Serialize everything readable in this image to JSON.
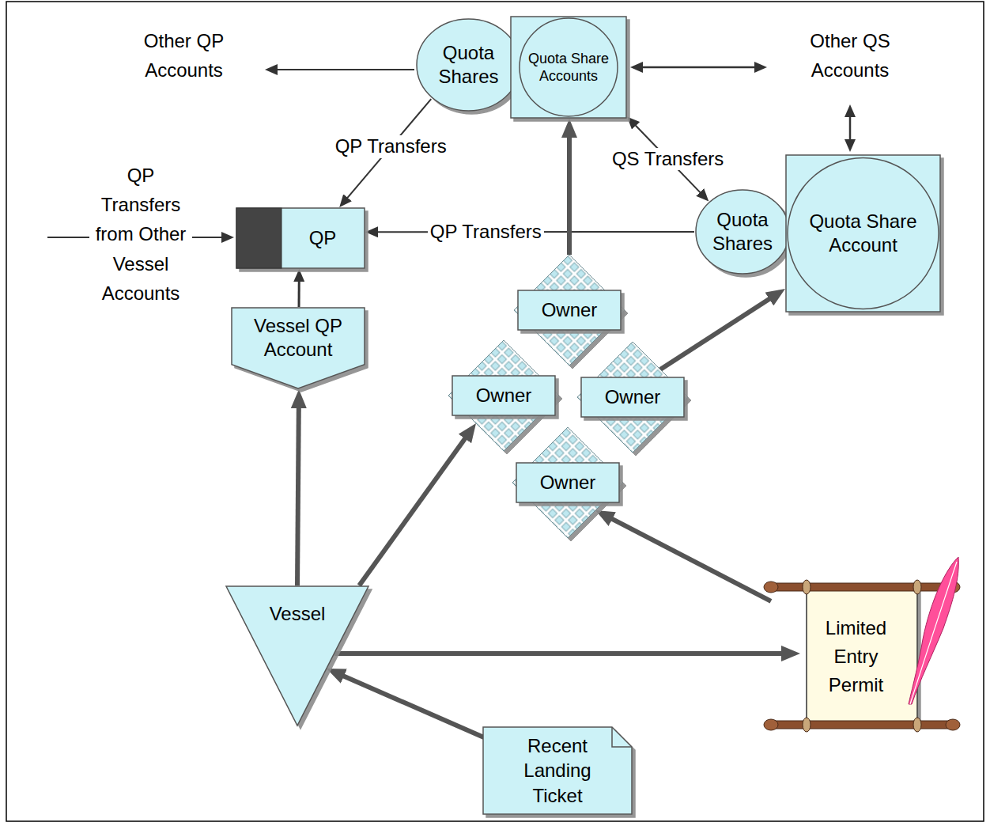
{
  "diagram": {
    "nodes": [
      {
        "text": [
          "Quota Shares"
        ]
      },
      {
        "text": [
          "Quota Share Accounts"
        ]
      },
      {
        "text": [
          "QP"
        ]
      },
      {
        "text": [
          "Quota Shares"
        ]
      },
      {
        "text": [
          "Quota Share Account"
        ]
      },
      {
        "text": [
          "Owner"
        ]
      },
      {
        "text": [
          "Owner"
        ]
      },
      {
        "text": [
          "Owner"
        ]
      },
      {
        "text": [
          "Vessel QP Account"
        ]
      },
      {
        "text": [
          "Owner"
        ]
      },
      {
        "text": [
          "Vessel"
        ]
      },
      {
        "text": [
          "Limited Entry Permit"
        ]
      },
      {
        "text": [
          "Recent Landing Ticket"
        ]
      }
    ],
    "edges": [
      {
        "from": 0,
        "to": 2,
        "label": "QP Transfers",
        "arrow": "to"
      },
      {
        "from": 1,
        "to": 3,
        "label": "QS Transfers",
        "arrow": "both"
      },
      {
        "from": 3,
        "to": 2,
        "label": "QP Transfers",
        "arrow": "to"
      },
      {
        "from": 5,
        "to": 1,
        "arrow": "to"
      },
      {
        "from": 7,
        "to": 4,
        "arrow": "to"
      },
      {
        "from": 10,
        "to": 6,
        "arrow": "to"
      },
      {
        "from": 10,
        "to": 8,
        "arrow": "to"
      },
      {
        "from": 8,
        "to": 2,
        "arrow": "to"
      },
      {
        "from": 11,
        "to": 9,
        "arrow": "to"
      },
      {
        "from": 10,
        "to": 11,
        "arrow": "to"
      },
      {
        "from": 12,
        "to": 10,
        "arrow": "to"
      }
    ],
    "labels": [
      "Other QP Accounts",
      "Other QS Accounts",
      "QP Transfers from Other Vessel Accounts"
    ]
  }
}
